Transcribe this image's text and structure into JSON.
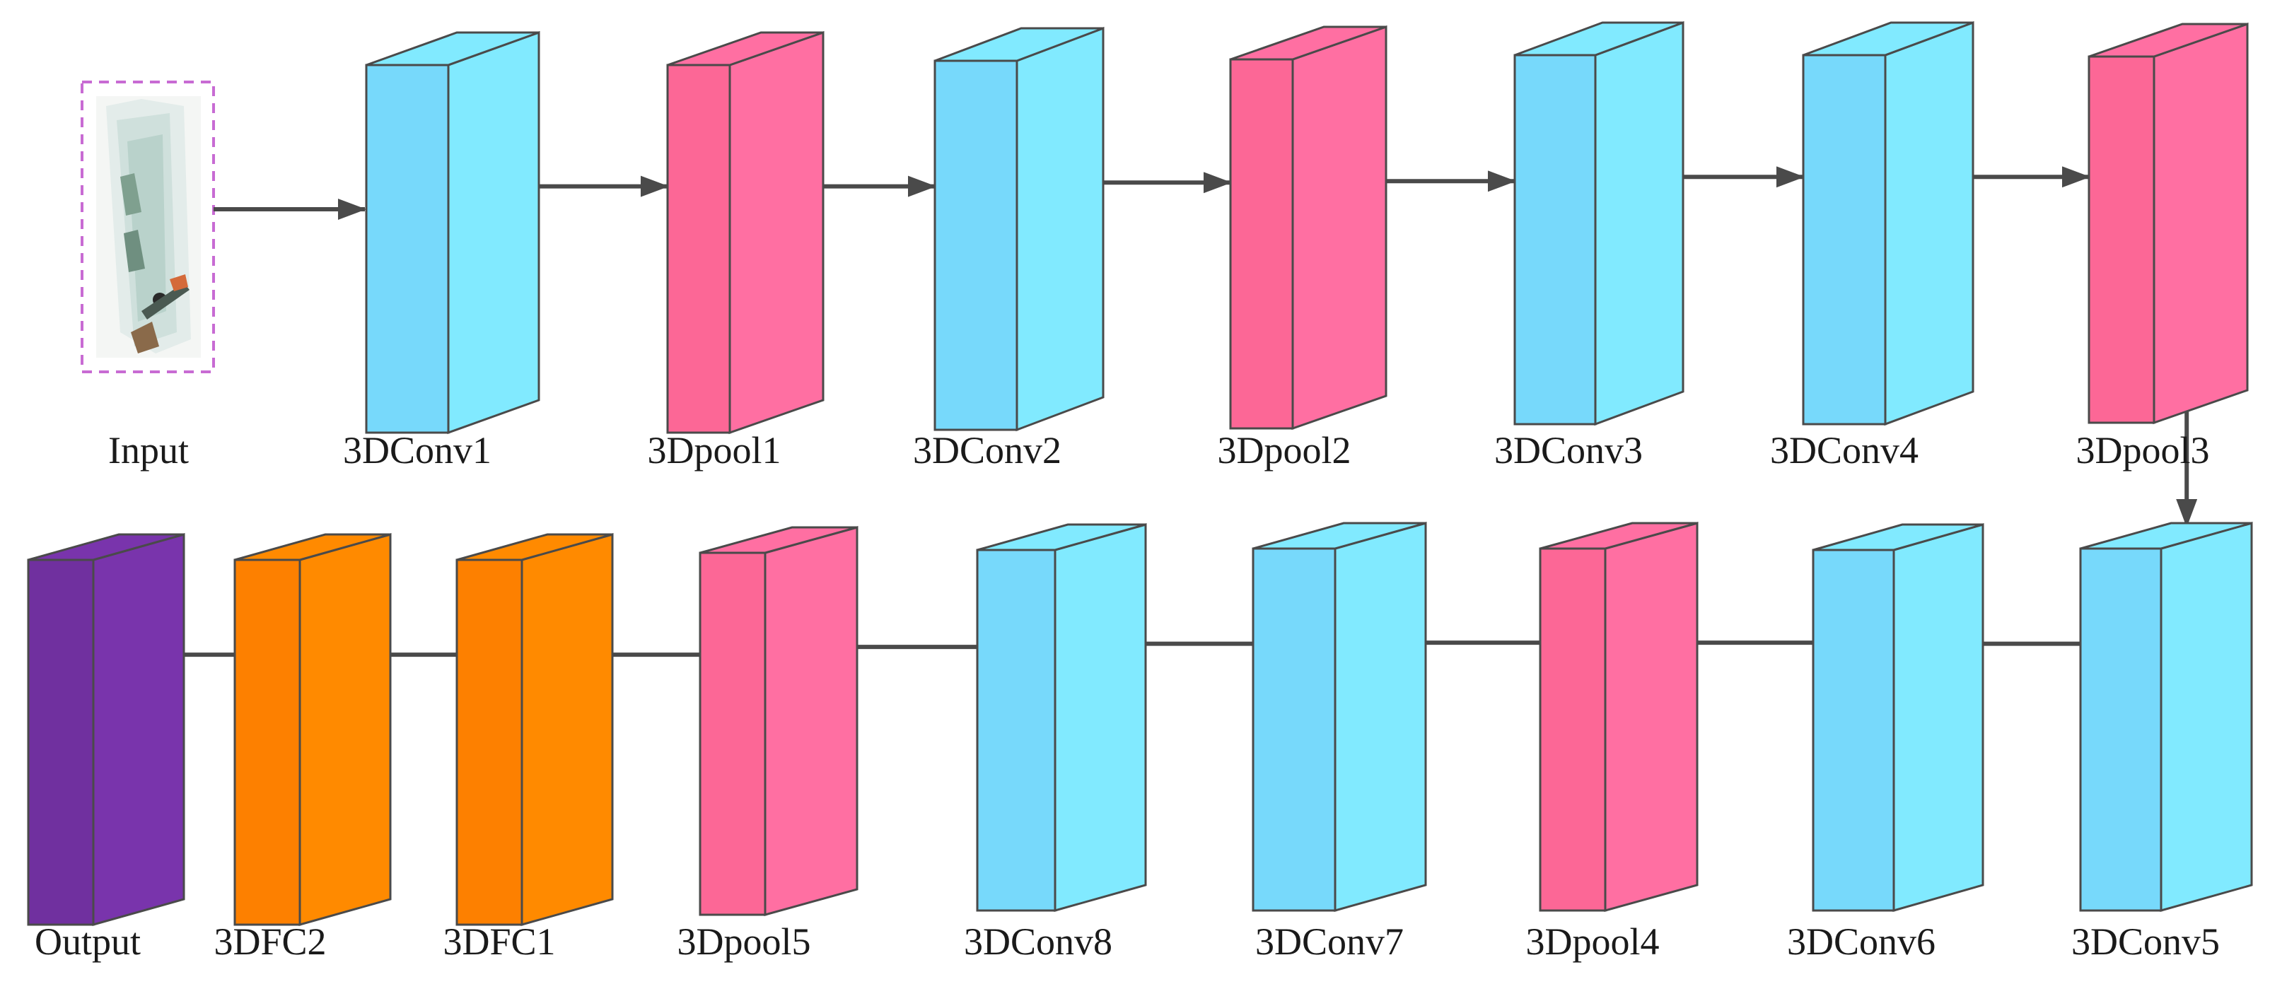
{
  "colors": {
    "conv": "#77d9fb",
    "pool": "#fc6796",
    "fc": "#fd8000",
    "output": "#70309f",
    "edge": "#4a4a4a",
    "input_frame": "#c86bd3"
  },
  "nodes": [
    {
      "id": "input",
      "label": "Input",
      "kind": "image"
    },
    {
      "id": "conv1",
      "label": "3DConv1",
      "kind": "conv"
    },
    {
      "id": "pool1",
      "label": "3Dpool1",
      "kind": "pool"
    },
    {
      "id": "conv2",
      "label": "3DConv2",
      "kind": "conv"
    },
    {
      "id": "pool2",
      "label": "3Dpool2",
      "kind": "pool"
    },
    {
      "id": "conv3",
      "label": "3DConv3",
      "kind": "conv"
    },
    {
      "id": "conv4",
      "label": "3DConv4",
      "kind": "conv"
    },
    {
      "id": "pool3",
      "label": "3Dpool3",
      "kind": "pool"
    },
    {
      "id": "conv5",
      "label": "3DConv5",
      "kind": "conv"
    },
    {
      "id": "conv6",
      "label": "3DConv6",
      "kind": "conv"
    },
    {
      "id": "pool4",
      "label": "3Dpool4",
      "kind": "pool"
    },
    {
      "id": "conv7",
      "label": "3DConv7",
      "kind": "conv"
    },
    {
      "id": "conv8",
      "label": "3DConv8",
      "kind": "conv"
    },
    {
      "id": "pool5",
      "label": "3Dpool5",
      "kind": "pool"
    },
    {
      "id": "fc1",
      "label": "3DFC1",
      "kind": "fc"
    },
    {
      "id": "fc2",
      "label": "3DFC2",
      "kind": "fc"
    },
    {
      "id": "output",
      "label": "Output",
      "kind": "output"
    }
  ],
  "edges": [
    [
      "input",
      "conv1"
    ],
    [
      "conv1",
      "pool1"
    ],
    [
      "pool1",
      "conv2"
    ],
    [
      "conv2",
      "pool2"
    ],
    [
      "pool2",
      "conv3"
    ],
    [
      "conv3",
      "conv4"
    ],
    [
      "conv4",
      "pool3"
    ],
    [
      "pool3",
      "conv5"
    ],
    [
      "conv5",
      "conv6"
    ],
    [
      "conv6",
      "pool4"
    ],
    [
      "pool4",
      "conv7"
    ],
    [
      "conv7",
      "conv8"
    ],
    [
      "conv8",
      "pool5"
    ],
    [
      "pool5",
      "fc1"
    ],
    [
      "fc1",
      "fc2"
    ],
    [
      "fc2",
      "output"
    ]
  ]
}
